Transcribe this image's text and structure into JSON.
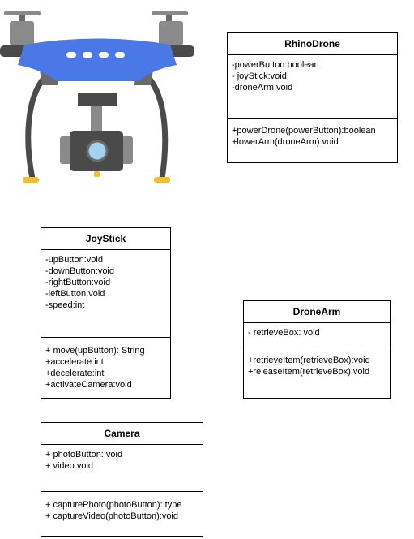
{
  "classes": {
    "rhinodrone": {
      "name": "RhinoDrone",
      "attributes": [
        "-powerButton:boolean",
        "- joyStick:void",
        "-droneArm:void"
      ],
      "methods": [
        "+powerDrone(powerButton):boolean",
        "+lowerArm(droneArm):void"
      ]
    },
    "joystick": {
      "name": "JoyStick",
      "attributes": [
        "-upButton:void",
        "-downButton:void",
        "-rightButton:void",
        "-leftButton:void",
        "-speed:int"
      ],
      "methods": [
        "+ move(upButton): String",
        "+accelerate:int",
        "+decelerate:int",
        "+activateCamera:void"
      ]
    },
    "dronearm": {
      "name": "DroneArm",
      "attributes": [
        "- retrieveBox: void"
      ],
      "methods": [
        "+retrieveItem(retrieveBox):void",
        "+releaseItem(retrieveBox):void"
      ]
    },
    "camera": {
      "name": "Camera",
      "attributes": [
        "+ photoButton: void",
        "+ video:void"
      ],
      "methods": [
        "+ capturePhoto(photoButton): type",
        "+ captureVideo(photoButton):void"
      ]
    }
  },
  "colors": {
    "drone_body": "#4a78e6",
    "drone_dark": "#4a4a4a",
    "drone_grey": "#8a8a8a",
    "drone_lens": "#9fd3f0",
    "drone_feet": "#f0c030"
  },
  "icon": "drone-illustration"
}
